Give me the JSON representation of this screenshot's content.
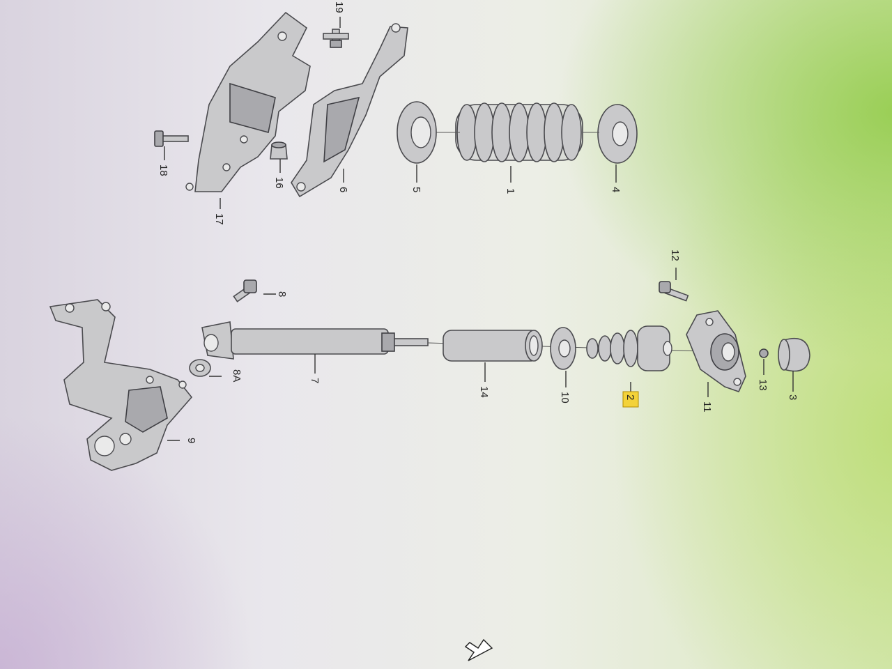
{
  "diagram": {
    "callouts": [
      {
        "id": "c1",
        "text": "1"
      },
      {
        "id": "c2",
        "text": "2",
        "highlighted": true
      },
      {
        "id": "c3",
        "text": "3"
      },
      {
        "id": "c4",
        "text": "4"
      },
      {
        "id": "c5",
        "text": "5"
      },
      {
        "id": "c6",
        "text": "6"
      },
      {
        "id": "c7",
        "text": "7"
      },
      {
        "id": "c8",
        "text": "8"
      },
      {
        "id": "c8a",
        "text": "8A"
      },
      {
        "id": "c9",
        "text": "9"
      },
      {
        "id": "c10",
        "text": "10"
      },
      {
        "id": "c11",
        "text": "11"
      },
      {
        "id": "c12",
        "text": "12"
      },
      {
        "id": "c13",
        "text": "13"
      },
      {
        "id": "c14",
        "text": "14"
      },
      {
        "id": "c16",
        "text": "16"
      },
      {
        "id": "c17",
        "text": "17"
      },
      {
        "id": "c18",
        "text": "18"
      },
      {
        "id": "c19",
        "text": "19"
      }
    ],
    "highlight_color": "#f3d23a"
  }
}
